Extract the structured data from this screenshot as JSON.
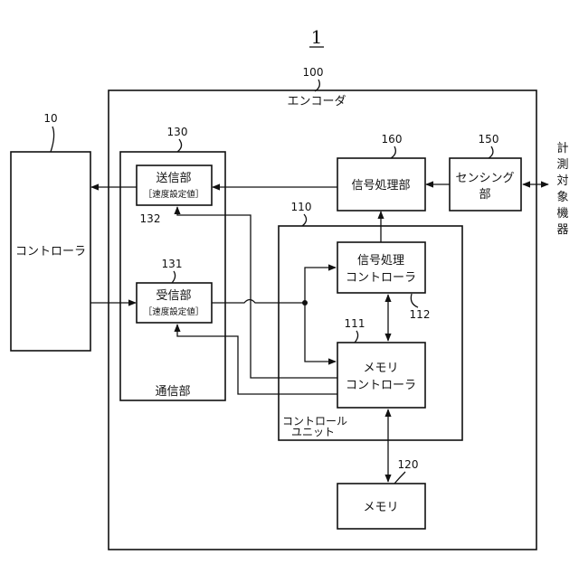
{
  "figure_number": "1",
  "refs": {
    "encoder": "100",
    "controller_ext": "10",
    "comm": "130",
    "sender": "132",
    "receiver": "131",
    "control_unit": "110",
    "signal_proc": "160",
    "sensing": "150",
    "mem_ctrl": "111",
    "sig_ctrl": "112",
    "memory": "120"
  },
  "labels": {
    "encoder": "エンコーダ",
    "controller_ext": "コントローラ",
    "sender": "送信部",
    "sender_sub": "［速度設定値］",
    "receiver": "受信部",
    "receiver_sub": "［速度設定値］",
    "comm": "通信部",
    "signal_proc": "信号処理部",
    "sensing_l1": "センシング",
    "sensing_l2": "部",
    "instrument": [
      "計",
      "測",
      "対",
      "象",
      "機",
      "器"
    ],
    "sig_ctrl_l1": "信号処理",
    "sig_ctrl_l2": "コントローラ",
    "mem_ctrl_l1": "メモリ",
    "mem_ctrl_l2": "コントローラ",
    "control_unit_l1": "コントロール",
    "control_unit_l2": "ユニット",
    "memory": "メモリ"
  }
}
